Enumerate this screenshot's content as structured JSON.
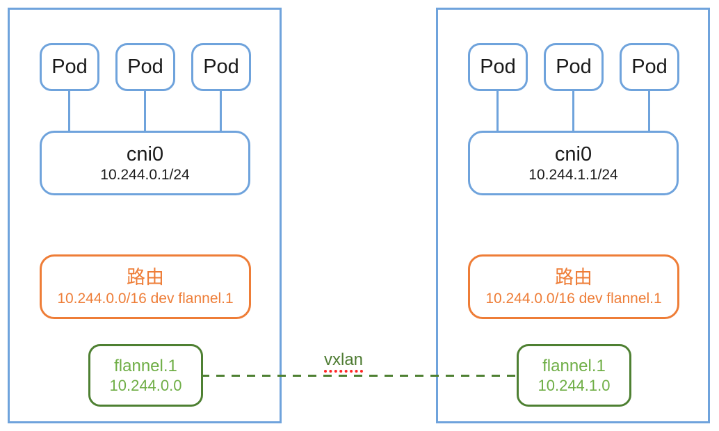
{
  "colors": {
    "node_border_blue": "#6fa3dc",
    "route_orange": "#ee7d37",
    "vtep_border_green": "#4e8032",
    "vtep_text_green": "#6fae46",
    "tunnel_label_green": "#4e7b32",
    "underline_red": "#ff2626",
    "text_black": "#1a1a1a"
  },
  "nodes": [
    {
      "pods": [
        "Pod",
        "Pod",
        "Pod"
      ],
      "bridge": {
        "name": "cni0",
        "ip": "10.244.0.1/24"
      },
      "route": {
        "title": "路由",
        "entry": "10.244.0.0/16 dev flannel.1"
      },
      "vtep": {
        "name": "flannel.1",
        "ip": "10.244.0.0"
      }
    },
    {
      "pods": [
        "Pod",
        "Pod",
        "Pod"
      ],
      "bridge": {
        "name": "cni0",
        "ip": "10.244.1.1/24"
      },
      "route": {
        "title": "路由",
        "entry": "10.244.0.0/16 dev flannel.1"
      },
      "vtep": {
        "name": "flannel.1",
        "ip": "10.244.1.0"
      }
    }
  ],
  "tunnel": {
    "label": "vxlan"
  }
}
